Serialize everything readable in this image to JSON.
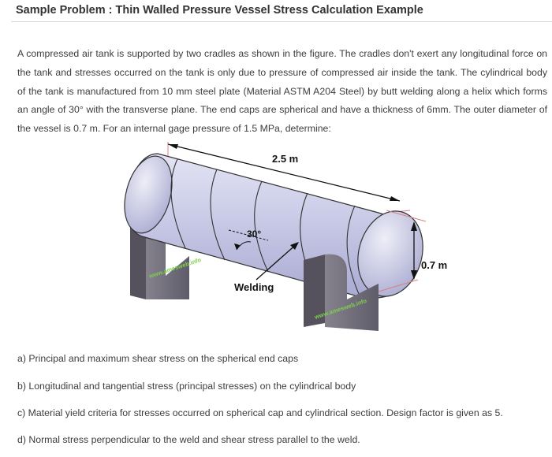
{
  "title": "Sample Problem : Thin Walled Pressure Vessel Stress Calculation Example",
  "paragraph": "A compressed air tank is supported by two cradles as shown in the figure. The cradles don't exert any longitudinal force on the tank and stresses occurred on the tank is only due to pressure of compressed air inside the tank. The cylindrical body of the tank is manufactured from 10 mm steel plate (Material ASTM A204 Steel) by butt welding along a helix which forms an angle of 30° with the transverse plane. The end caps are spherical and have a thickness of 6mm. The outer diameter of the vessel is 0.7 m. For an internal gage pressure of 1.5 MPa, determine:",
  "figure": {
    "length_label": "2.5 m",
    "diameter_label": "0.7 m",
    "angle_label": "30°",
    "weld_label": "Welding",
    "watermark": "www.amesweb.info"
  },
  "questions": [
    "a) Principal and maximum shear stress on the spherical end caps",
    "b) Longitudinal and tangential stress (principal stresses) on the cylindrical body",
    "c) Material yield criteria for stresses occurred on spherical cap and cylindrical section. Design factor is given as 5.",
    "d) Normal stress perpendicular to the weld and shear stress parallel to the weld."
  ],
  "colors": {
    "tank_fill": "#c9c9e6",
    "cradle_fill": "#6e6b78",
    "dimension_line": "#d98080",
    "watermark": "#7ed04a"
  }
}
